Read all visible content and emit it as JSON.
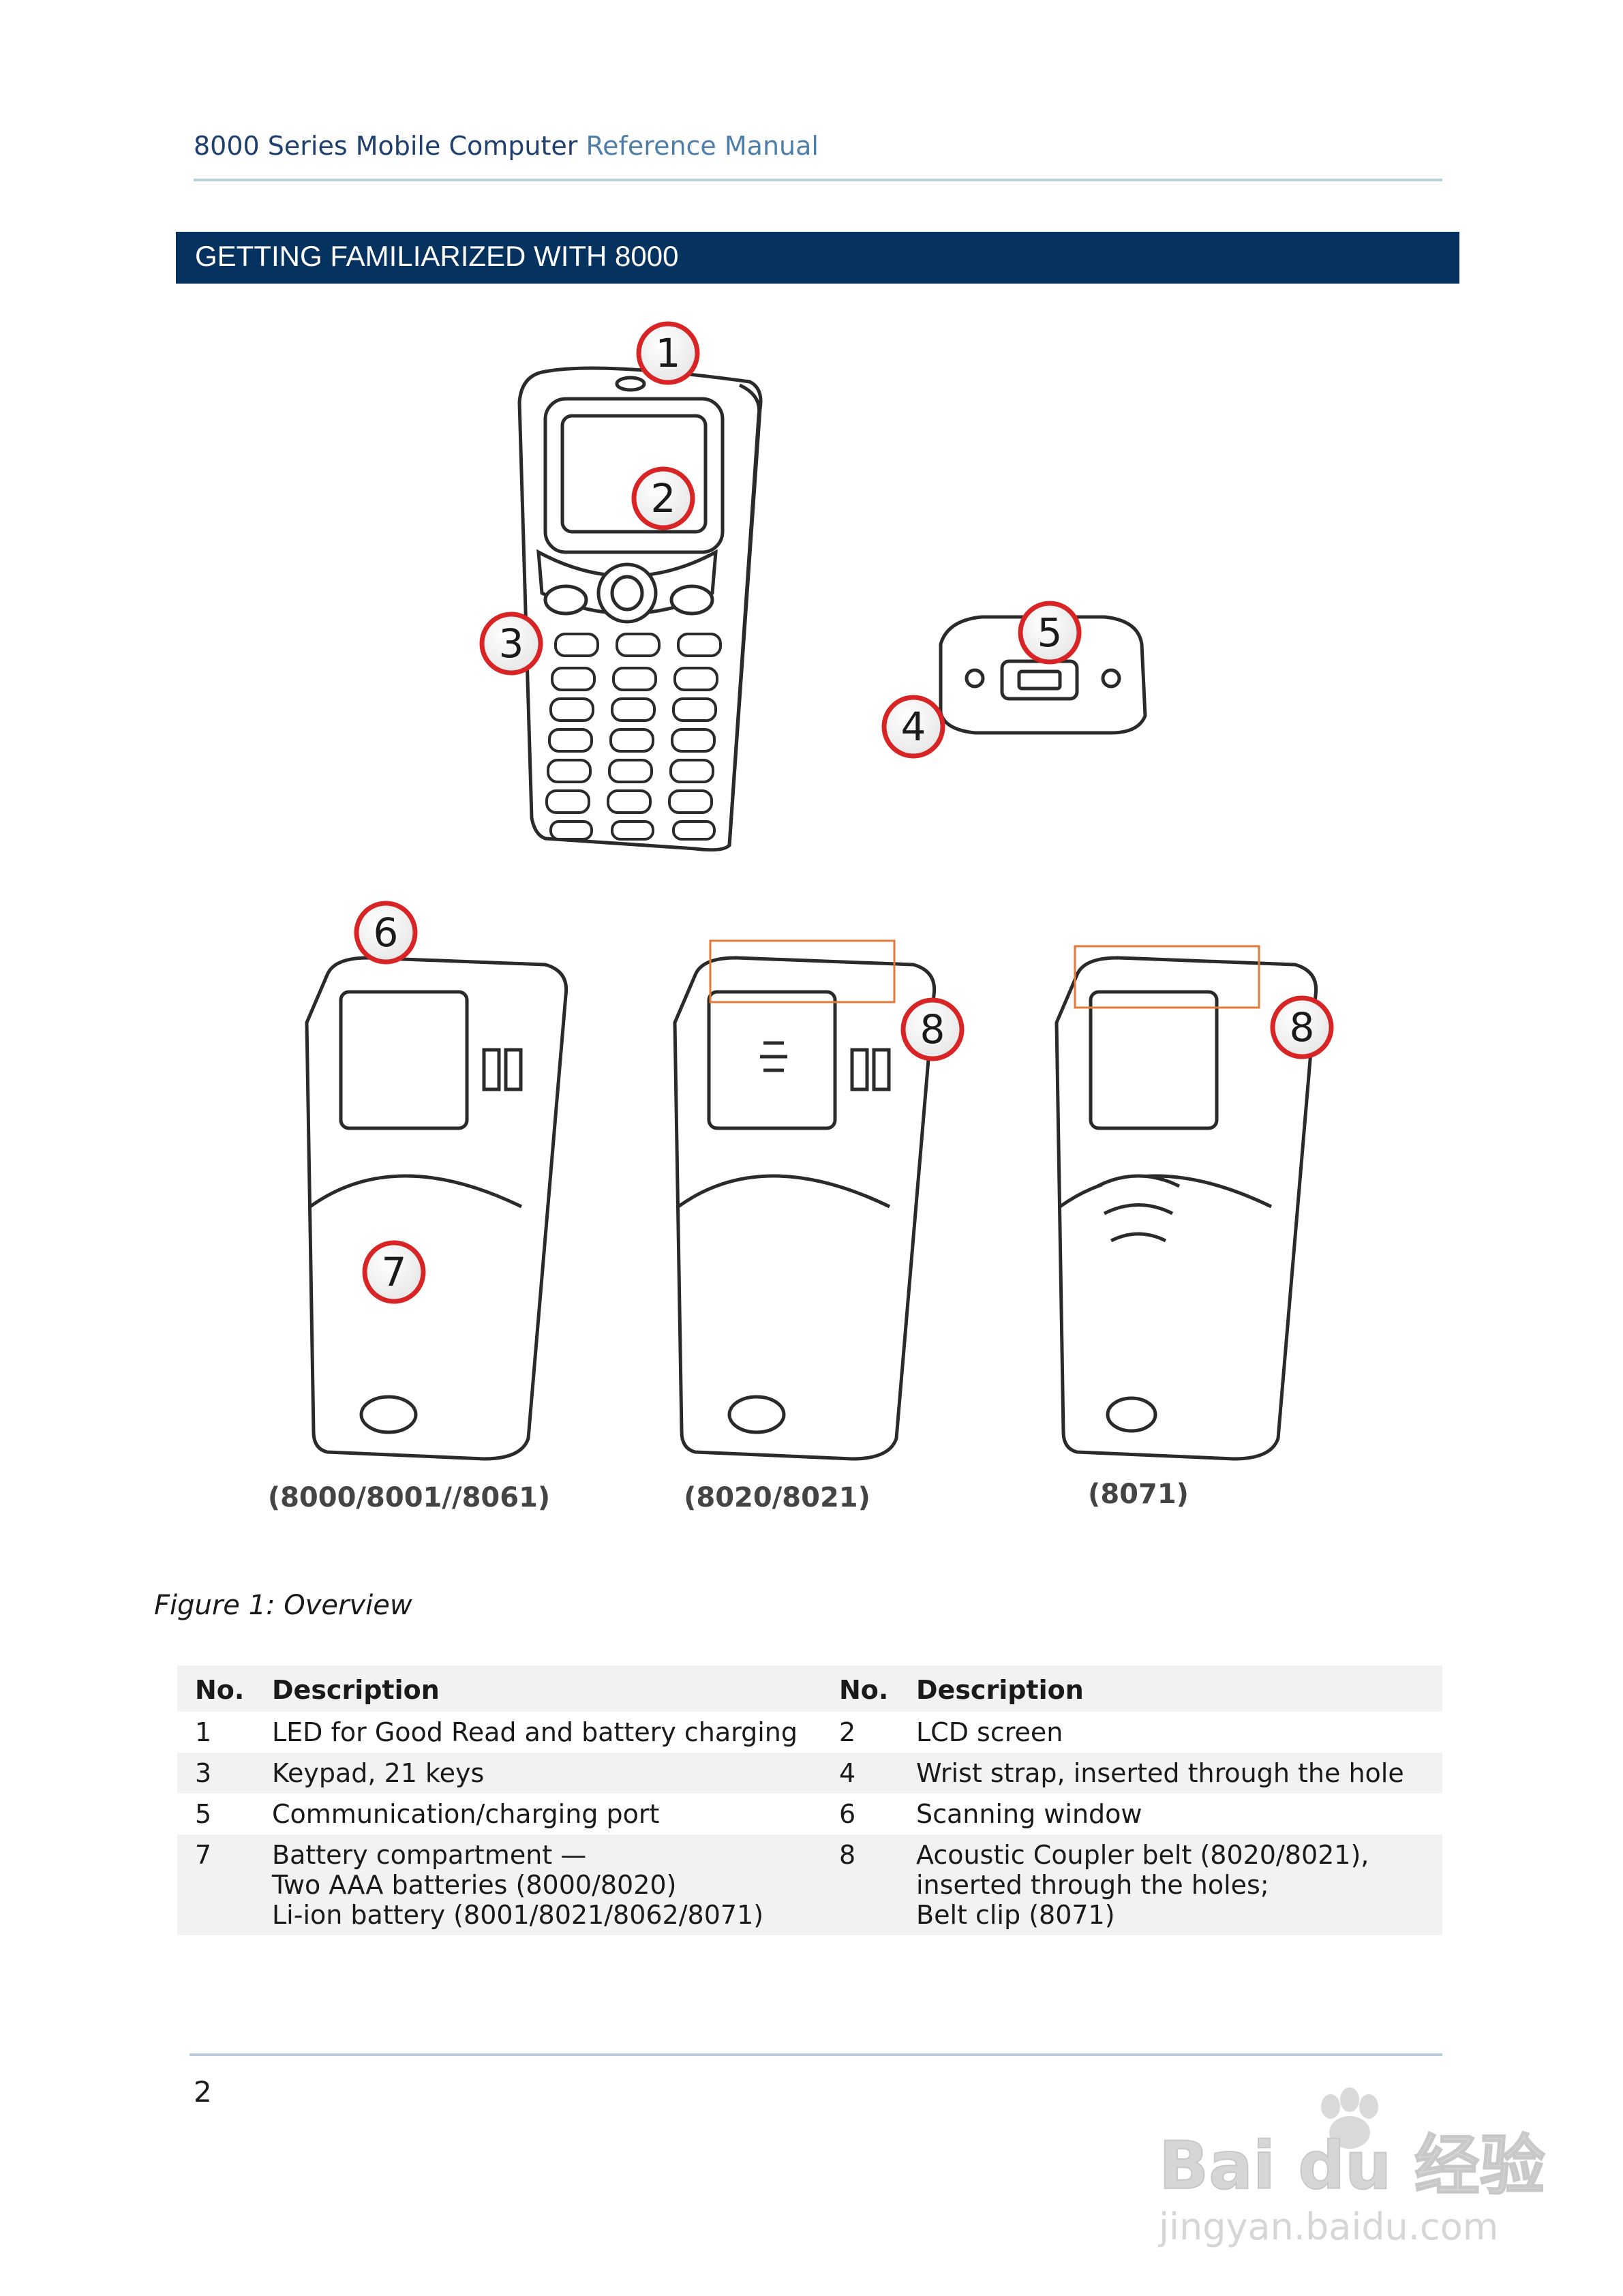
{
  "header": {
    "title_part1": "8000 Series Mobile Computer",
    "title_part2": "Reference Manual"
  },
  "section_title": "GETTING FAMILIARIZED WITH 8000",
  "figure": {
    "callouts": [
      "1",
      "2",
      "3",
      "4",
      "5",
      "6",
      "7",
      "8",
      "8"
    ],
    "model_labels": [
      "(8000/8001//8061)",
      "(8020/8021)",
      "(8071)"
    ],
    "caption": "Figure 1: Overview"
  },
  "table": {
    "headers": [
      "No.",
      "Description",
      "No.",
      "Description"
    ],
    "rows": [
      {
        "n1": "1",
        "d1": [
          "LED for Good Read and battery charging"
        ],
        "n2": "2",
        "d2": [
          "LCD screen"
        ]
      },
      {
        "n1": "3",
        "d1": [
          "Keypad, 21 keys"
        ],
        "n2": "4",
        "d2": [
          "Wrist strap, inserted through the hole"
        ]
      },
      {
        "n1": "5",
        "d1": [
          "Communication/charging port"
        ],
        "n2": "6",
        "d2": [
          "Scanning window"
        ]
      },
      {
        "n1": "7",
        "d1": [
          "Battery compartment —",
          "Two AAA batteries (8000/8020)",
          "Li-ion battery (8001/8021/8062/8071)"
        ],
        "n2": "8",
        "d2": [
          "Acoustic Coupler belt (8020/8021),",
          "inserted through the holes;",
          "Belt clip (8071)"
        ]
      }
    ]
  },
  "footer": {
    "page_number": "2"
  },
  "watermark": {
    "brand": "Bai du 经验",
    "url": "jingyan.baidu.com"
  }
}
